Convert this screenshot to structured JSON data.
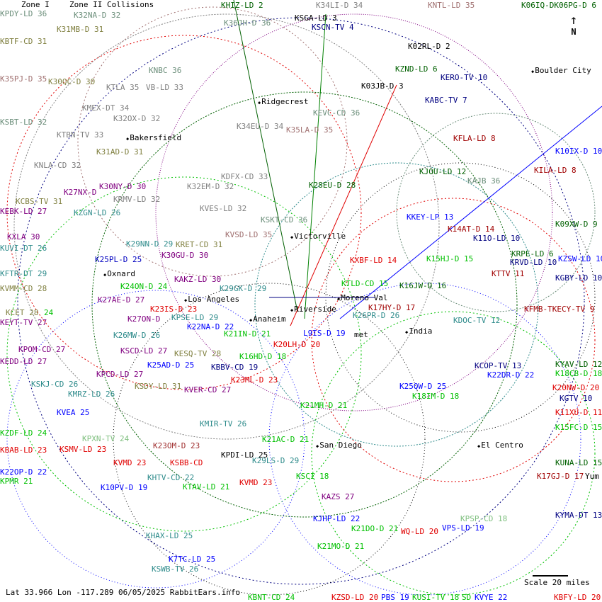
{
  "legend": {
    "zone1": "Zone I",
    "zone2": "Zone II Collisions"
  },
  "footer": {
    "coords": "Lat 33.966 Lon -117.289 06/05/2025 RabbitEars.info",
    "scale": "Scale 20 miles"
  },
  "compass": {
    "label": "N"
  },
  "cities": [
    {
      "t": "Bakersfield"
    },
    {
      "t": "Ridgecrest"
    },
    {
      "t": "Boulder City"
    },
    {
      "t": "Victorville"
    },
    {
      "t": "Oxnard"
    },
    {
      "t": "Los Angeles"
    },
    {
      "t": "Riverside"
    },
    {
      "t": "Moreno Val"
    },
    {
      "t": "Anaheim"
    },
    {
      "t": "India"
    },
    {
      "t": "San Diego"
    },
    {
      "t": "El Centro"
    }
  ],
  "labels": [
    {
      "t": "KPDY-LD 36",
      "c": "#6b8e7a"
    },
    {
      "t": "K32NA-D 32",
      "c": "#6b8e7a"
    },
    {
      "t": "K31MB-D 31",
      "c": "#808040"
    },
    {
      "t": "KBTF-CD 31",
      "c": "#808040"
    },
    {
      "t": "K35PJ-D 35",
      "c": "#a07070"
    },
    {
      "t": "K30QC-D 30",
      "c": "#808040"
    },
    {
      "t": "KNBC 36",
      "c": "#6b8e7a"
    },
    {
      "t": "KTLA 35",
      "c": "#808080"
    },
    {
      "t": "VB-LD 33",
      "c": "#808080"
    },
    {
      "t": "KSBT-LD 32",
      "c": "#6b8e7a"
    },
    {
      "t": "KMEX-DT 34",
      "c": "#808080"
    },
    {
      "t": "K32OX-D 32",
      "c": "#808080"
    },
    {
      "t": "KTBN-TV 33",
      "c": "#808080"
    },
    {
      "t": "K31AD-D 31",
      "c": "#808040"
    },
    {
      "t": "KNLA-CD 32",
      "c": "#808080"
    },
    {
      "t": "K30NY-D 30",
      "c": "#800080"
    },
    {
      "t": "K27NX-D",
      "c": "#800080"
    },
    {
      "t": "KCBS-TV 31",
      "c": "#808040"
    },
    {
      "t": "KRMV-LD 32",
      "c": "#808080"
    },
    {
      "t": "KEBK-LD 27",
      "c": "#800080"
    },
    {
      "t": "KZGN-LD 26",
      "c": "#2e8b8b"
    },
    {
      "t": "KXLA 30",
      "c": "#800080"
    },
    {
      "t": "KUVI-DT 26",
      "c": "#2e8b8b"
    },
    {
      "t": "K29NN-D 29",
      "c": "#2e8b8b"
    },
    {
      "t": "K25PL-D 25",
      "c": "#0000c0"
    },
    {
      "t": "K30GU-D 30",
      "c": "#800080"
    },
    {
      "t": "KFTR-DT 29",
      "c": "#2e8b8b"
    },
    {
      "t": "KVMM-CD 28",
      "c": "#808040"
    },
    {
      "t": "K24ON-D 24",
      "c": "#00c000"
    },
    {
      "t": "KAKZ-LD 30",
      "c": "#800080"
    },
    {
      "t": "K27AE-D 27",
      "c": "#800080"
    },
    {
      "t": "K23IS-D 23",
      "c": "#e00000"
    },
    {
      "t": "KCET 28",
      "c": "#808040"
    },
    {
      "t": "24",
      "c": "#00c000"
    },
    {
      "t": "KEYT-TV 27",
      "c": "#800080"
    },
    {
      "t": "K27ON-D",
      "c": "#800080"
    },
    {
      "t": "KPSE-LD 29",
      "c": "#2e8b8b"
    },
    {
      "t": "K22NA-D 22",
      "c": "#0000ff"
    },
    {
      "t": "K26MW-D 26",
      "c": "#2e8b8b"
    },
    {
      "t": "K21IN-D 21",
      "c": "#00c000"
    },
    {
      "t": "KPOM-CD 27",
      "c": "#800080"
    },
    {
      "t": "KSCD-LD 27",
      "c": "#800080"
    },
    {
      "t": "KESQ-TV 28",
      "c": "#808040"
    },
    {
      "t": "KEDD-LD 27",
      "c": "#800080"
    },
    {
      "t": "K25AD-D 25",
      "c": "#0000ff"
    },
    {
      "t": "KBBV-CD 19",
      "c": "#000080"
    },
    {
      "t": "KPCD-LD 27",
      "c": "#800080"
    },
    {
      "t": "KSKJ-CD 26",
      "c": "#2e8b8b"
    },
    {
      "t": "KSDY-LD 31",
      "c": "#808040"
    },
    {
      "t": "KVER-CD 27",
      "c": "#800080"
    },
    {
      "t": "K23ML-D 23",
      "c": "#e00000"
    },
    {
      "t": "KMRZ-LD 26",
      "c": "#2e8b8b"
    },
    {
      "t": "KVEA 25",
      "c": "#0000ff"
    },
    {
      "t": "K16HD-D 18",
      "c": "#00c000"
    },
    {
      "t": "KZDF-LD 24",
      "c": "#00c000"
    },
    {
      "t": "KPXN-TV 24",
      "c": "#80c080"
    },
    {
      "t": "KMIR-TV 26",
      "c": "#2e8b8b"
    },
    {
      "t": "KBAB-LD 23",
      "c": "#e00000"
    },
    {
      "t": "KSMV-LD 23",
      "c": "#e00000"
    },
    {
      "t": "K23OM-D 23",
      "c": "#a03030"
    },
    {
      "t": "KVMD 23",
      "c": "#e00000"
    },
    {
      "t": "KSBB-CD",
      "c": "#e00000"
    },
    {
      "t": "KPDI-LD 25",
      "c": "#000000"
    },
    {
      "t": "K29LS-D 29",
      "c": "#2e8b8b"
    },
    {
      "t": "K22OP-D 22",
      "c": "#0000ff"
    },
    {
      "t": "KPMR 21",
      "c": "#00c000"
    },
    {
      "t": "KHTV-CD 22",
      "c": "#2e8b8b"
    },
    {
      "t": "K10PV-D 19",
      "c": "#0000ff"
    },
    {
      "t": "KTAV-LD 21",
      "c": "#00c000"
    },
    {
      "t": "KVMD 23",
      "c": "#e00000"
    },
    {
      "t": "KSCI 18",
      "c": "#00c000"
    },
    {
      "t": "KAZS 27",
      "c": "#800080"
    },
    {
      "t": "KJHP-LD 22",
      "c": "#0000ff"
    },
    {
      "t": "K21DO-D 21",
      "c": "#00c000"
    },
    {
      "t": "WQ-LD 20",
      "c": "#e00000"
    },
    {
      "t": "KPSP-CD 18",
      "c": "#80c080"
    },
    {
      "t": "VPS-LD 19",
      "c": "#0000ff"
    },
    {
      "t": "KHAX-LD 25",
      "c": "#2e8b8b"
    },
    {
      "t": "K21MO-D 21",
      "c": "#00c000"
    },
    {
      "t": "K7TC-LD 25",
      "c": "#0000ff"
    },
    {
      "t": "KSWB-TV 26",
      "c": "#2e8b8b"
    },
    {
      "t": "KBNT-CD 24",
      "c": "#00c000"
    },
    {
      "t": "KZSD-LD 20",
      "c": "#e00000"
    },
    {
      "t": "PBS 19",
      "c": "#0000ff"
    },
    {
      "t": "KUSI-TV 18",
      "c": "#00c000"
    },
    {
      "t": "SD",
      "c": "#00c000"
    },
    {
      "t": "KVYE 22",
      "c": "#0000ff"
    },
    {
      "t": "KBFY-LD 20",
      "c": "#e00000"
    },
    {
      "t": "KHIZ-LD 2",
      "c": "#006000"
    },
    {
      "t": "K34LI-D 34",
      "c": "#808080"
    },
    {
      "t": "KNTL-LD 35",
      "c": "#a07070"
    },
    {
      "t": "K06IQ-DK06PG-D 6",
      "c": "#006000"
    },
    {
      "t": "K36JH-D 36",
      "c": "#6b8e7a"
    },
    {
      "t": "KSGA-LD 3",
      "c": "#000000"
    },
    {
      "t": "KSCN-TV 4",
      "c": "#000080"
    },
    {
      "t": "K02RL-D 2",
      "c": "#000000"
    },
    {
      "t": "KZND-LD 6",
      "c": "#006000"
    },
    {
      "t": "KERO-TV 10",
      "c": "#000080"
    },
    {
      "t": "K03JB-D 3",
      "c": "#000000"
    },
    {
      "t": "KABC-TV 7",
      "c": "#000080"
    },
    {
      "t": "KEVC-CD 36",
      "c": "#6b8e7a"
    },
    {
      "t": "K34EU-D 34",
      "c": "#808080"
    },
    {
      "t": "K35LA-D 35",
      "c": "#a07070"
    },
    {
      "t": "KFLA-LD 8",
      "c": "#a00000"
    },
    {
      "t": "K10IX-D 10",
      "c": "#0000ff"
    },
    {
      "t": "KJOU-LD 12",
      "c": "#006000"
    },
    {
      "t": "KILA-LD 8",
      "c": "#a00000"
    },
    {
      "t": "KDFX-CD 33",
      "c": "#808080"
    },
    {
      "t": "K32EM-D 32",
      "c": "#808080"
    },
    {
      "t": "K28EU-D 28",
      "c": "#006000"
    },
    {
      "t": "KAJB 36",
      "c": "#6b8e7a"
    },
    {
      "t": "KVES-LD 32",
      "c": "#808080"
    },
    {
      "t": "KSKT-CD 36",
      "c": "#6b8e7a"
    },
    {
      "t": "KKEY-LP 13",
      "c": "#0000ff"
    },
    {
      "t": "K09XW-D 9",
      "c": "#006000"
    },
    {
      "t": "K14AT-D 14",
      "c": "#a00000"
    },
    {
      "t": "K11O-LD 10",
      "c": "#000080"
    },
    {
      "t": "KVSD-LD 35",
      "c": "#a07070"
    },
    {
      "t": "KRET-CD 31",
      "c": "#808040"
    },
    {
      "t": "KRPE-LD 6",
      "c": "#006000"
    },
    {
      "t": "KRVD-LD 10",
      "c": "#000080"
    },
    {
      "t": "KZSW-LD 10",
      "c": "#0000ff"
    },
    {
      "t": "K15HJ-D 15",
      "c": "#00c000"
    },
    {
      "t": "KXBF-LD 14",
      "c": "#e00000"
    },
    {
      "t": "KTTV 11",
      "c": "#a00000"
    },
    {
      "t": "KGBY-LD 10",
      "c": "#000080"
    },
    {
      "t": "KTLD-CD 15",
      "c": "#00c000"
    },
    {
      "t": "K16JW-D 16",
      "c": "#006000"
    },
    {
      "t": "K29GK-D 29",
      "c": "#2e8b8b"
    },
    {
      "t": "K17HY-D 17",
      "c": "#a00000"
    },
    {
      "t": "KFMB-TKECY-TV 9",
      "c": "#a00000"
    },
    {
      "t": "K26PR-D 26",
      "c": "#2e8b8b"
    },
    {
      "t": "KDOC-TV 12",
      "c": "#2e8b8b"
    },
    {
      "t": "K20LH-D 20",
      "c": "#e00000"
    },
    {
      "t": "L9IS-D 19",
      "c": "#0000ff"
    },
    {
      "t": "met",
      "c": "#000000"
    },
    {
      "t": "KYAV-LD 12",
      "c": "#006000"
    },
    {
      "t": "K18CB-D 18",
      "c": "#00c000"
    },
    {
      "t": "KCOP-TV 13",
      "c": "#000080"
    },
    {
      "t": "K22DR-D 22",
      "c": "#0000ff"
    },
    {
      "t": "K20NW-D 20",
      "c": "#e00000"
    },
    {
      "t": "KGTV 10",
      "c": "#000080"
    },
    {
      "t": "K25QW-D 25",
      "c": "#0000ff"
    },
    {
      "t": "K18IM-D 18",
      "c": "#00c000"
    },
    {
      "t": "K21MH-D 21",
      "c": "#00c000"
    },
    {
      "t": "K11XU-D 11",
      "c": "#e00000"
    },
    {
      "t": "K15FC-D 15",
      "c": "#00c000"
    },
    {
      "t": "K21AC-D 21",
      "c": "#00c000"
    },
    {
      "t": "KUNA-LD 15",
      "c": "#006000"
    },
    {
      "t": "K17GJ-D 17",
      "c": "#a00000"
    },
    {
      "t": "Yum",
      "c": "#000000"
    },
    {
      "t": "KYMA-DT 13",
      "c": "#000080"
    }
  ]
}
